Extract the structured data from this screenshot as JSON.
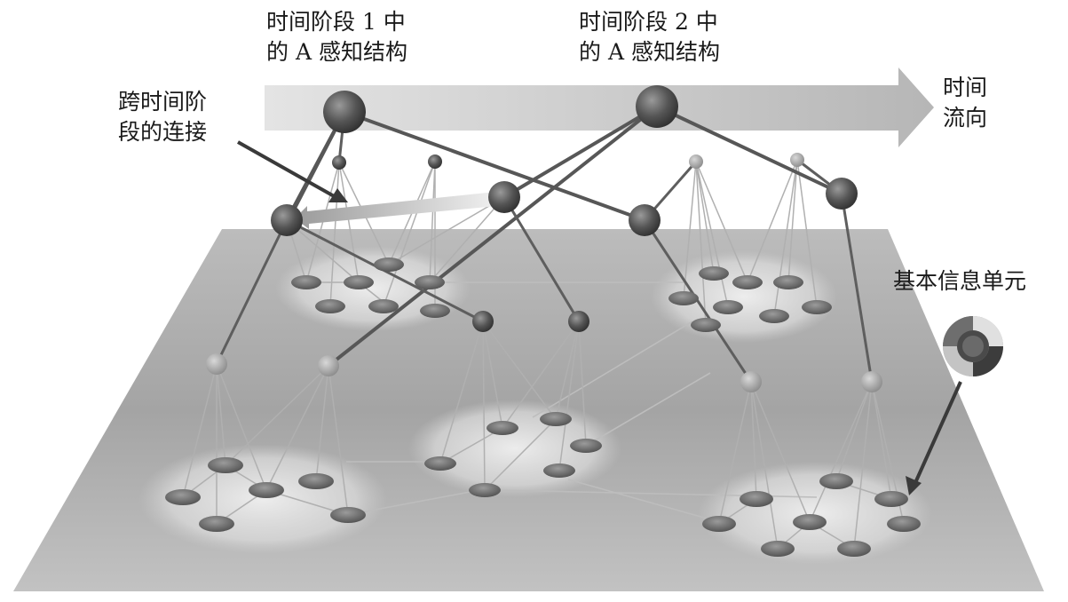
{
  "labels": {
    "stage1": {
      "line1": "时间阶段 1 中",
      "line2": "的 A 感知结构"
    },
    "stage2": {
      "line1": "时间阶段 2 中",
      "line2": "的 A 感知结构"
    },
    "cross": {
      "line1": "跨时间阶",
      "line2": "段的连接"
    },
    "time": {
      "line1": "时间",
      "line2": "流向"
    },
    "basic": "基本信息单元"
  },
  "colors": {
    "plane": "#a9a9a9",
    "node": "#555555",
    "edge_strong": "#555555",
    "edge_light": "#b5b5b5",
    "arrow_band": "#bdbdbd"
  },
  "icons": [
    "time-flow-arrow-icon",
    "basic-unit-wheel-icon",
    "pointer-arrow-icon"
  ]
}
